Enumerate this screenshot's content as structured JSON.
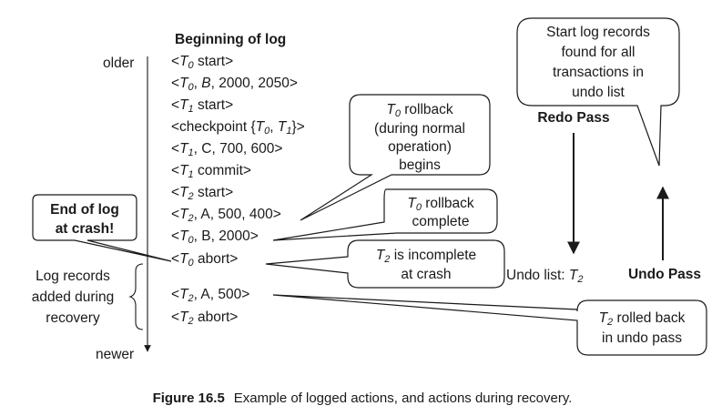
{
  "heading": "Beginning of log",
  "timeline": {
    "older": "older",
    "newer": "newer"
  },
  "log_records": [
    [
      "<",
      "T",
      "0",
      " start>"
    ],
    [
      "<",
      "T",
      "0",
      ", ",
      "B",
      ", 2000, 2050>"
    ],
    [
      "<",
      "T",
      "1",
      " start>"
    ],
    [
      "<checkpoint {",
      "T",
      "0",
      ", ",
      "T",
      "1",
      "}>"
    ],
    [
      "<",
      "T",
      "1",
      ", C, 700, 600>"
    ],
    [
      "<",
      "T",
      "1",
      " commit>"
    ],
    [
      "<",
      "T",
      "2",
      " start>"
    ],
    [
      "<",
      "T",
      "2",
      ", A, 500, 400>"
    ],
    [
      "<",
      "T",
      "0",
      ", B, 2000>"
    ],
    [
      "<",
      "T",
      "0",
      " abort>"
    ]
  ],
  "recovery_records": [
    [
      "<",
      "T",
      "2",
      ", A, 500>"
    ],
    [
      "<",
      "T",
      "2",
      " abort>"
    ]
  ],
  "end_of_log": [
    "End of log",
    "at crash!"
  ],
  "recovery_label": [
    "Log records",
    "added during",
    "recovery"
  ],
  "bubbles": {
    "t0_rollback_begins": [
      "T",
      "0",
      " rollback",
      "(during normal",
      "operation)",
      "begins"
    ],
    "t0_rollback_complete": [
      "T",
      "0",
      " rollback",
      "complete"
    ],
    "t2_incomplete": [
      "T",
      "2",
      " is incomplete",
      "at crash"
    ],
    "t2_rolled_back": [
      "T",
      "2",
      " rolled back",
      "in undo pass"
    ],
    "start_log_records": [
      "Start log records",
      "found for all",
      "transactions in",
      "undo list"
    ]
  },
  "redo_pass": "Redo Pass",
  "undo_pass": "Undo Pass",
  "undo_list": {
    "label": "Undo list: ",
    "var": "T",
    "sub": "2"
  },
  "caption": {
    "label": "Figure 16.5",
    "text": "Example of logged actions, and actions during recovery."
  }
}
